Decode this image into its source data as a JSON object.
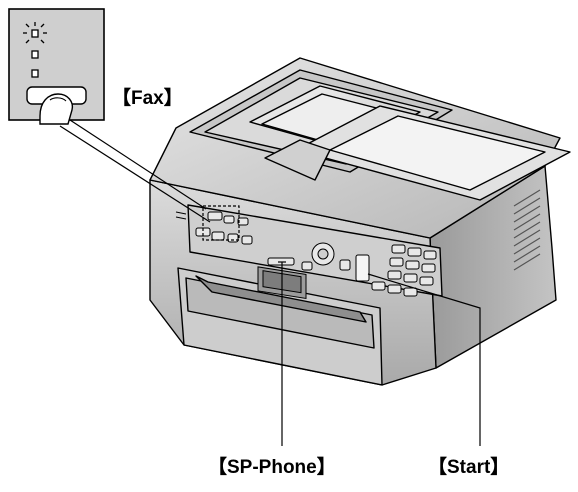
{
  "labels": {
    "fax": "【Fax】",
    "sp_phone": "【SP-Phone】",
    "start": "【Start】"
  },
  "colors": {
    "body_light": "#d9d9d9",
    "body_mid": "#bfbfbf",
    "body_dark": "#8c8c8c",
    "inset_panel": "#cfcfcf",
    "line": "#000000"
  }
}
